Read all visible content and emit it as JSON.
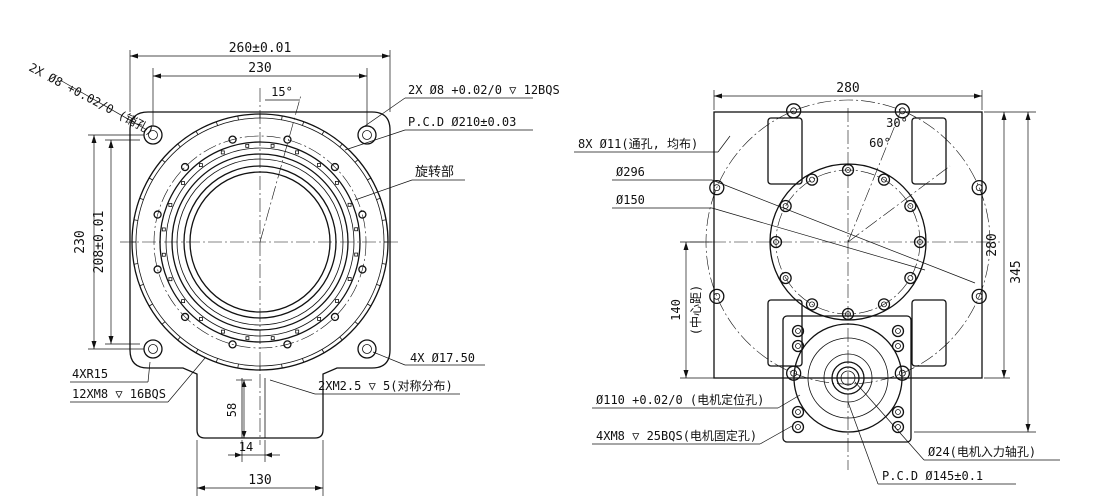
{
  "left_view": {
    "dim_width_outer": "260±0.01",
    "dim_width_inner": "230",
    "dim_angle": "15°",
    "dim_height_outer": "230",
    "dim_height_inner": "208±0.01",
    "pin_holes": "2X Ø8 +0.02/0 (销孔)",
    "tapped_pin": "2X Ø8 +0.02/0 ▽ 12BQS",
    "pcd": "P.C.D Ø210±0.03",
    "rotating_part": "旋转部",
    "corner_holes": "4X Ø17.50",
    "corner_radius": "4XR15",
    "threads_bottom": "12XM8 ▽ 16BQS",
    "threads_small": "2XM2.5 ▽ 5(对称分布)",
    "dim_tab_height": "58",
    "dim_tab_offset": "14",
    "dim_tab_width": "130"
  },
  "right_view": {
    "dim_width": "280",
    "dim_angle_30": "30°",
    "dim_angle_60": "60°",
    "dim_height_280": "280",
    "dim_height_345": "345",
    "through_holes": "8X Ø11(通孔, 均布)",
    "dia_296": "Ø296",
    "dia_150": "Ø150",
    "center_distance": "140",
    "center_distance_label": "(中心距)",
    "motor_locating": "Ø110 +0.02/0 (电机定位孔)",
    "motor_fixing": "4XM8 ▽ 25BQS(电机固定孔)",
    "motor_shaft": "Ø24(电机入力轴孔)",
    "pcd": "P.C.D Ø145±0.1"
  }
}
